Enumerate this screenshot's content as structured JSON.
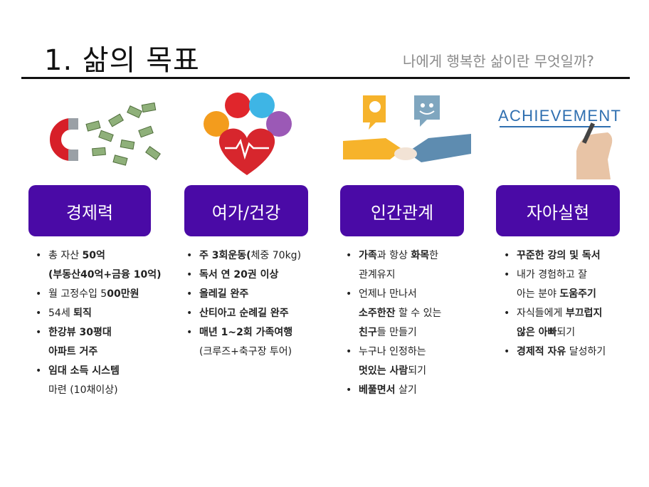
{
  "header": {
    "title": "1. 삶의 목표",
    "subtitle": "나에게 행복한 삶이란 무엇일까?"
  },
  "colors": {
    "card": "#4a0aa6",
    "rule": "#111111"
  },
  "images": {
    "money": {
      "caption": ""
    },
    "health": {
      "caption": ""
    },
    "relation": {
      "caption": ""
    },
    "achievement": {
      "caption": "ACHIEVEMENT"
    }
  },
  "columns": [
    {
      "card": "경제력",
      "items": [
        {
          "segs": [
            {
              "t": "총 자산 "
            },
            {
              "t": "50억",
              "b": true
            }
          ]
        },
        {
          "cont": true,
          "segs": [
            {
              "t": "(부동산40억+금융 10억)",
              "b": true
            }
          ]
        },
        {
          "segs": [
            {
              "t": "월 고정수입 5"
            },
            {
              "t": "00만원",
              "b": true
            }
          ]
        },
        {
          "segs": [
            {
              "t": "54세 "
            },
            {
              "t": "퇴직",
              "b": true
            }
          ]
        },
        {
          "segs": [
            {
              "t": "한강뷰 30평대",
              "b": true
            }
          ]
        },
        {
          "cont": true,
          "segs": [
            {
              "t": "아파트 거주",
              "b": true
            }
          ]
        },
        {
          "segs": [
            {
              "t": "임대 소득 시스템",
              "b": true
            }
          ]
        },
        {
          "cont": true,
          "segs": [
            {
              "t": "마련 (10채이상)"
            }
          ]
        }
      ]
    },
    {
      "card": "여가/건강",
      "items": [
        {
          "segs": [
            {
              "t": "주 3회운동(",
              "b": true
            },
            {
              "t": "체중 70kg)"
            }
          ]
        },
        {
          "segs": [
            {
              "t": "독서 연 20권 이상",
              "b": true
            }
          ]
        },
        {
          "segs": [
            {
              "t": "올레길 완주",
              "b": true
            }
          ]
        },
        {
          "segs": [
            {
              "t": "산티아고 순례길 완주",
              "b": true
            }
          ]
        },
        {
          "segs": [
            {
              "t": "매년 1~2회 가족여행",
              "b": true
            }
          ]
        },
        {
          "cont": true,
          "segs": [
            {
              "t": "(크루즈+축구장 투어)"
            }
          ]
        }
      ]
    },
    {
      "card": "인간관계",
      "items": [
        {
          "segs": [
            {
              "t": "가족",
              "b": true
            },
            {
              "t": "과 항상 "
            },
            {
              "t": "화목",
              "b": true
            },
            {
              "t": "한"
            }
          ]
        },
        {
          "cont": true,
          "segs": [
            {
              "t": "관계유지"
            }
          ]
        },
        {
          "segs": [
            {
              "t": "언제나 만나서"
            }
          ]
        },
        {
          "cont": true,
          "segs": [
            {
              "t": "소주한잔",
              "b": true
            },
            {
              "t": " 할 수 있는"
            }
          ]
        },
        {
          "cont": true,
          "segs": [
            {
              "t": "친구",
              "b": true
            },
            {
              "t": "들 만들기"
            }
          ]
        },
        {
          "segs": [
            {
              "t": "누구나 인정하는"
            }
          ]
        },
        {
          "cont": true,
          "segs": [
            {
              "t": "멋있는 사람",
              "b": true
            },
            {
              "t": "되기"
            }
          ]
        },
        {
          "segs": [
            {
              "t": "베풀면서",
              "b": true
            },
            {
              "t": " 살기"
            }
          ]
        }
      ]
    },
    {
      "card": "자아실현",
      "items": [
        {
          "segs": [
            {
              "t": "꾸준한 강의 및 독서",
              "b": true
            }
          ]
        },
        {
          "segs": [
            {
              "t": "내가 경험하고 잘"
            }
          ]
        },
        {
          "cont": true,
          "segs": [
            {
              "t": "아는 분야 "
            },
            {
              "t": "도움주기",
              "b": true
            }
          ]
        },
        {
          "segs": [
            {
              "t": "자식들에게 "
            },
            {
              "t": "부끄럽지",
              "b": true
            }
          ]
        },
        {
          "cont": true,
          "segs": [
            {
              "t": "않은 아빠",
              "b": true
            },
            {
              "t": "되기"
            }
          ]
        },
        {
          "segs": [
            {
              "t": "경제적 자유",
              "b": true
            },
            {
              "t": " 달성하기"
            }
          ]
        }
      ]
    }
  ]
}
